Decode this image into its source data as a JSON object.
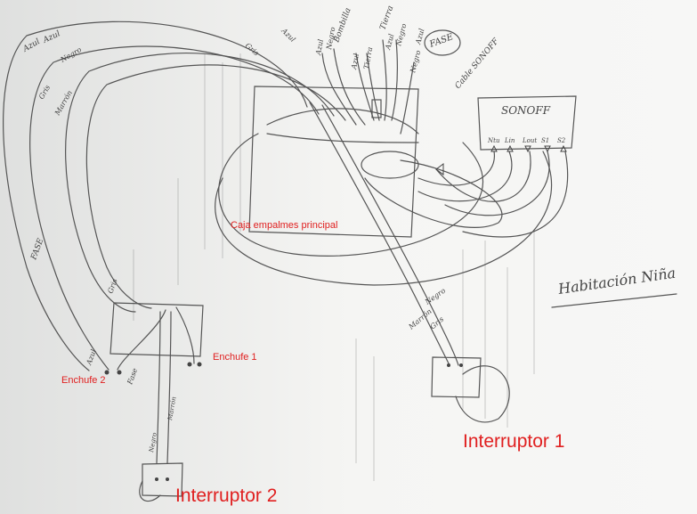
{
  "annotations": {
    "caja_principal": "Caja empalmes principal",
    "enchufe_1": "Enchufe 1",
    "enchufe_2": "Enchufe 2",
    "interruptor_1": "Interruptor 1",
    "interruptor_2": "Interruptor 2"
  },
  "handwritten": {
    "room_title": "Habitación Niña",
    "sonoff_title": "SONOFF",
    "sonoff_pins": [
      "Ntu",
      "Lin",
      "Lout",
      "S1",
      "S2"
    ],
    "sonoff_cable": "Cable SONOFF",
    "fase_note": "FASE",
    "box_top_wires": [
      "Azul",
      "Negro",
      "Bombilla",
      "Azul",
      "Tierra",
      "Tierra",
      "Azul",
      "Negro",
      "Negro",
      "Azul"
    ],
    "cable_left": [
      "Azul",
      "Azul",
      "Negro",
      "Gris",
      "Marrón"
    ],
    "cable_mid": [
      "Gris",
      "Azul"
    ],
    "cable_right": [
      "Negro",
      "Gris",
      "Marrón"
    ],
    "enchufe2_wires": [
      "Azul",
      "Fase"
    ],
    "int2_wires": [
      "Negro",
      "Marrón"
    ],
    "fase_left": "FASE",
    "gris_left": "Gris"
  },
  "colors": {
    "annotation_red": "#e02020",
    "pencil": "#555555",
    "paper": "#f4f4f2"
  }
}
